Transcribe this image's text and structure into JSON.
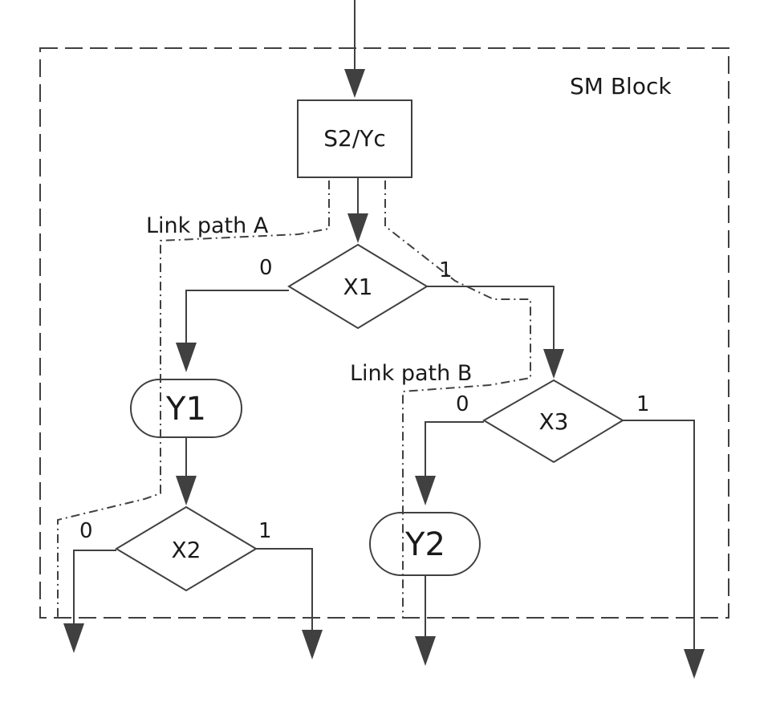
{
  "block": {
    "label": "SM Block"
  },
  "state_box": {
    "label": "S2/Yc"
  },
  "decisions": {
    "x1": {
      "label": "X1",
      "branch_false": "0",
      "branch_true": "1"
    },
    "x2": {
      "label": "X2",
      "branch_false": "0",
      "branch_true": "1"
    },
    "x3": {
      "label": "X3",
      "branch_false": "0",
      "branch_true": "1"
    }
  },
  "outputs": {
    "y1": {
      "label": "Y1"
    },
    "y2": {
      "label": "Y2"
    }
  },
  "link_paths": {
    "a": {
      "label": "Link path A"
    },
    "b": {
      "label": "Link path B"
    }
  }
}
